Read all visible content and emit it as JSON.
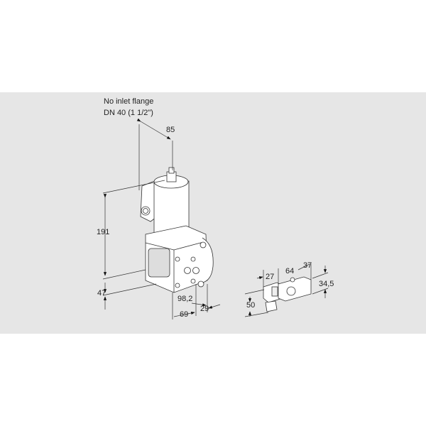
{
  "main_view": {
    "note_line1": "No inlet flange",
    "note_line2": "DN 40 (1 1/2\")",
    "dims": {
      "top_offset": "85",
      "height": "191",
      "base_height": "47",
      "depth_1": "98,2",
      "width": "69",
      "depth_2": "29"
    }
  },
  "side_view": {
    "dims": {
      "connector": "27",
      "body": "64",
      "end": "37",
      "height": "34,5",
      "plug_height": "50"
    }
  },
  "colors": {
    "background_band": "#e6e6e6",
    "line": "#333333",
    "fill": "#ffffff"
  }
}
